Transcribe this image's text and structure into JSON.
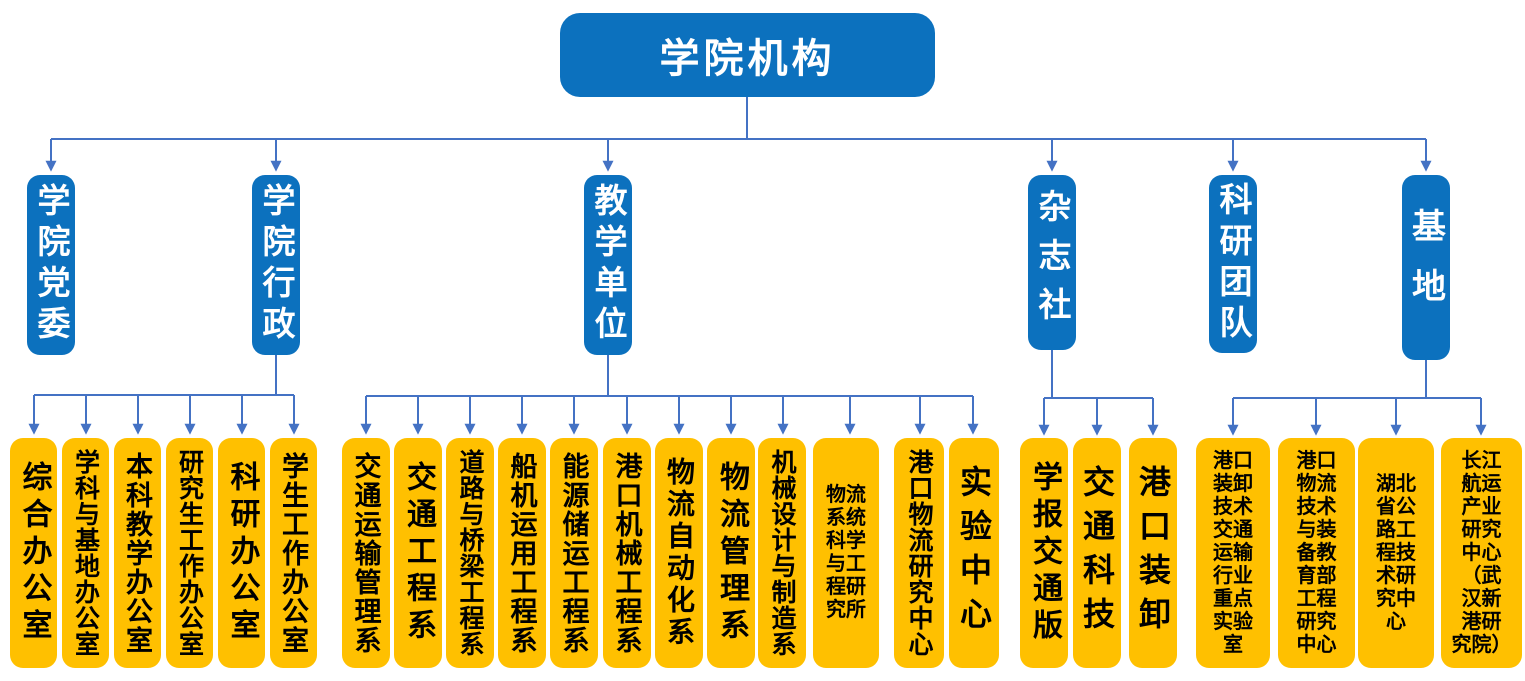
{
  "title": "学院机构",
  "colors": {
    "node_blue": "#0c71be",
    "node_gold": "#ffc000",
    "connector": "#4472c4",
    "text_on_blue": "#ffffff",
    "text_on_gold": "#000000"
  },
  "branches": [
    {
      "label": "学院党委",
      "children": []
    },
    {
      "label": "学院行政",
      "children": [
        {
          "label": "综合办公室"
        },
        {
          "label": "学科与基地办公室"
        },
        {
          "label": "本科教学办公室"
        },
        {
          "label": "研究生工作办公室"
        },
        {
          "label": "科研办公室"
        },
        {
          "label": "学生工作办公室"
        }
      ]
    },
    {
      "label": "教学单位",
      "children": [
        {
          "label": "交通运输管理系"
        },
        {
          "label": "交通工程系"
        },
        {
          "label": "道路与桥梁工程系"
        },
        {
          "label": "船机运用工程系"
        },
        {
          "label": "能源储运工程系"
        },
        {
          "label": "港口机械工程系"
        },
        {
          "label": "物流自动化系"
        },
        {
          "label": "物流管理系"
        },
        {
          "label": "机械设计与制造系"
        },
        {
          "label": "物流系统科学与工程研究所",
          "lines": "物流\n系统\n科学\n与工\n程研\n究所"
        },
        {
          "label": "港口物流研究中心"
        },
        {
          "label": "实验中心"
        }
      ]
    },
    {
      "label": "杂志社",
      "children": [
        {
          "label": "学报交通版"
        },
        {
          "label": "交通科技"
        },
        {
          "label": "港口装卸"
        }
      ]
    },
    {
      "label": "科研团队",
      "children": []
    },
    {
      "label": "基地",
      "children": [
        {
          "label": "港口装卸技术交通运输行业重点实验室",
          "lines": "港口\n装卸\n技术\n交通\n运输\n行业\n重点\n实验\n室"
        },
        {
          "label": "港口物流技术与装备教育部工程研究中心",
          "lines": "港口\n物流\n技术\n与装\n备教\n育部\n工程\n研究\n中心"
        },
        {
          "label": "湖北省公路工程技术研究中心",
          "lines": "湖北\n省公\n路工\n程技\n术研\n究中\n心"
        },
        {
          "label": "长江航运产业研究中心（武汉新港研究院）",
          "lines": "长江\n航运\n产业\n研究\n中心\n（武\n汉新\n港研\n究院）"
        }
      ]
    }
  ]
}
